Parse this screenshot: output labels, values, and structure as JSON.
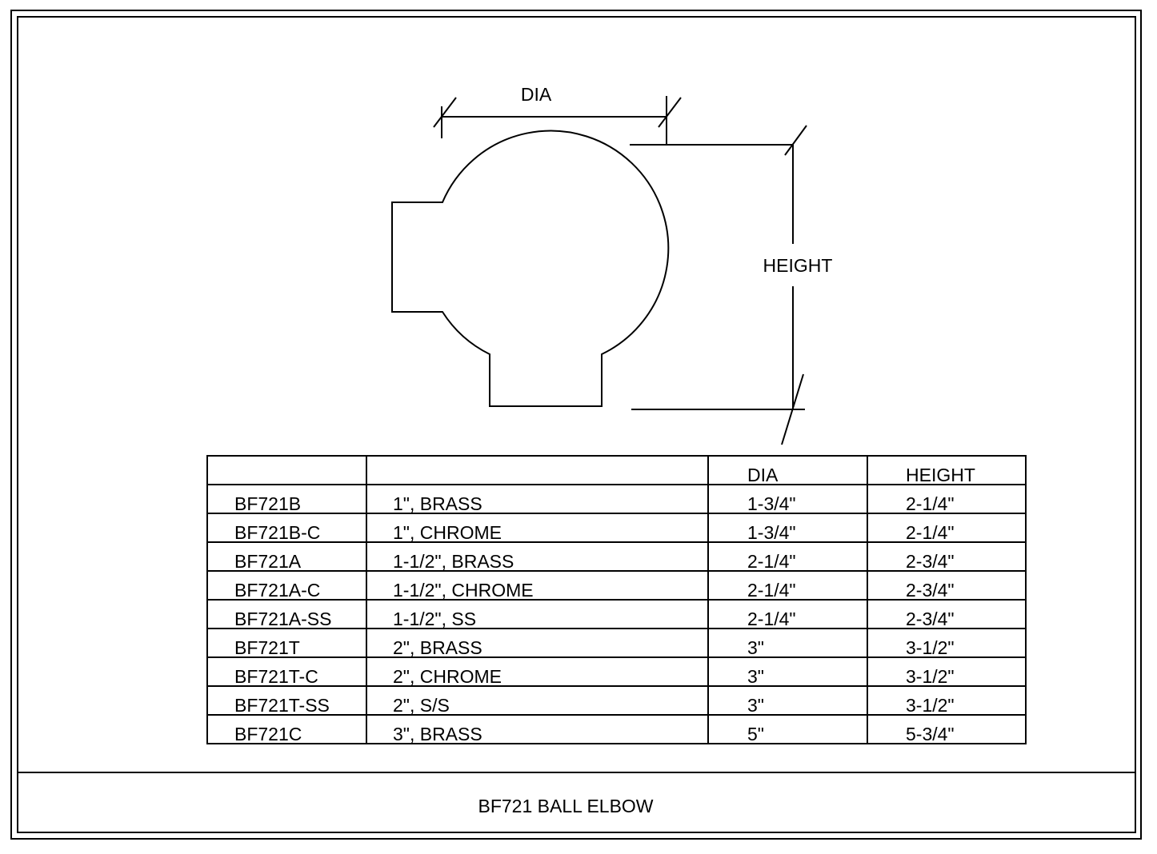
{
  "drawing": {
    "dia_label": "DIA",
    "height_label": "HEIGHT"
  },
  "table": {
    "headers": [
      "",
      "",
      "DIA",
      "HEIGHT"
    ],
    "rows": [
      [
        "BF721B",
        "1\", BRASS",
        "1-3/4\"",
        "2-1/4\""
      ],
      [
        "BF721B-C",
        "1\", CHROME",
        "1-3/4\"",
        "2-1/4\""
      ],
      [
        "BF721A",
        "1-1/2\", BRASS",
        "2-1/4\"",
        "2-3/4\""
      ],
      [
        "BF721A-C",
        "1-1/2\", CHROME",
        "2-1/4\"",
        "2-3/4\""
      ],
      [
        "BF721A-SS",
        "1-1/2\", SS",
        "2-1/4\"",
        "2-3/4\""
      ],
      [
        "BF721T",
        "2\", BRASS",
        "3\"",
        "3-1/2\""
      ],
      [
        "BF721T-C",
        "2\", CHROME",
        "3\"",
        "3-1/2\""
      ],
      [
        "BF721T-SS",
        "2\", S/S",
        "3\"",
        "3-1/2\""
      ],
      [
        "BF721C",
        "3\", BRASS",
        "5\"",
        "5-3/4\""
      ]
    ]
  },
  "title_block": {
    "title": "BF721 BALL ELBOW"
  }
}
